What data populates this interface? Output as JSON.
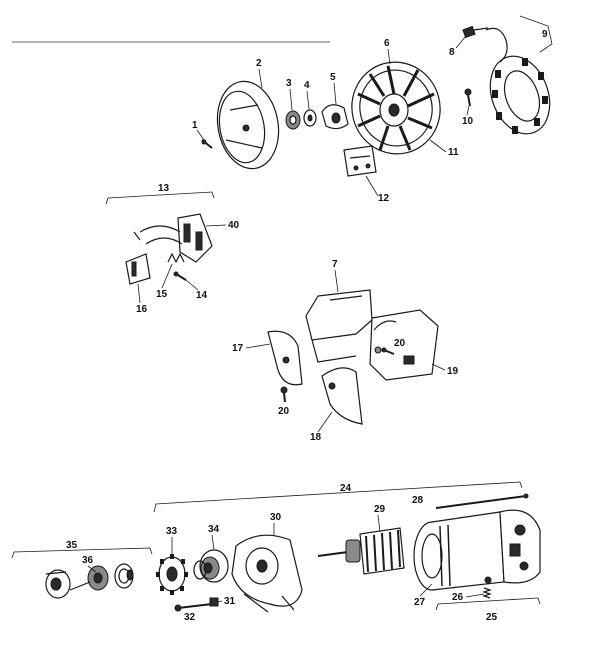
{
  "labels": {
    "l1": "1",
    "l2": "2",
    "l3": "3",
    "l4": "4",
    "l5": "5",
    "l6": "6",
    "l8": "8",
    "l9": "9",
    "l10": "10",
    "l11": "11",
    "l12": "12",
    "l13a": "13",
    "l40": "40",
    "l15": "15",
    "l14": "14",
    "l16": "16",
    "l7": "7",
    "l17": "17",
    "l20a": "20",
    "l19": "19",
    "l20b": "20",
    "l18": "18",
    "l24": "24",
    "l28": "28",
    "l33": "33",
    "l34": "34",
    "l30": "30",
    "l29": "29",
    "l35": "35",
    "l36": "36",
    "l32": "32",
    "l31": "31",
    "l27": "27",
    "l26": "26",
    "l25": "25"
  }
}
